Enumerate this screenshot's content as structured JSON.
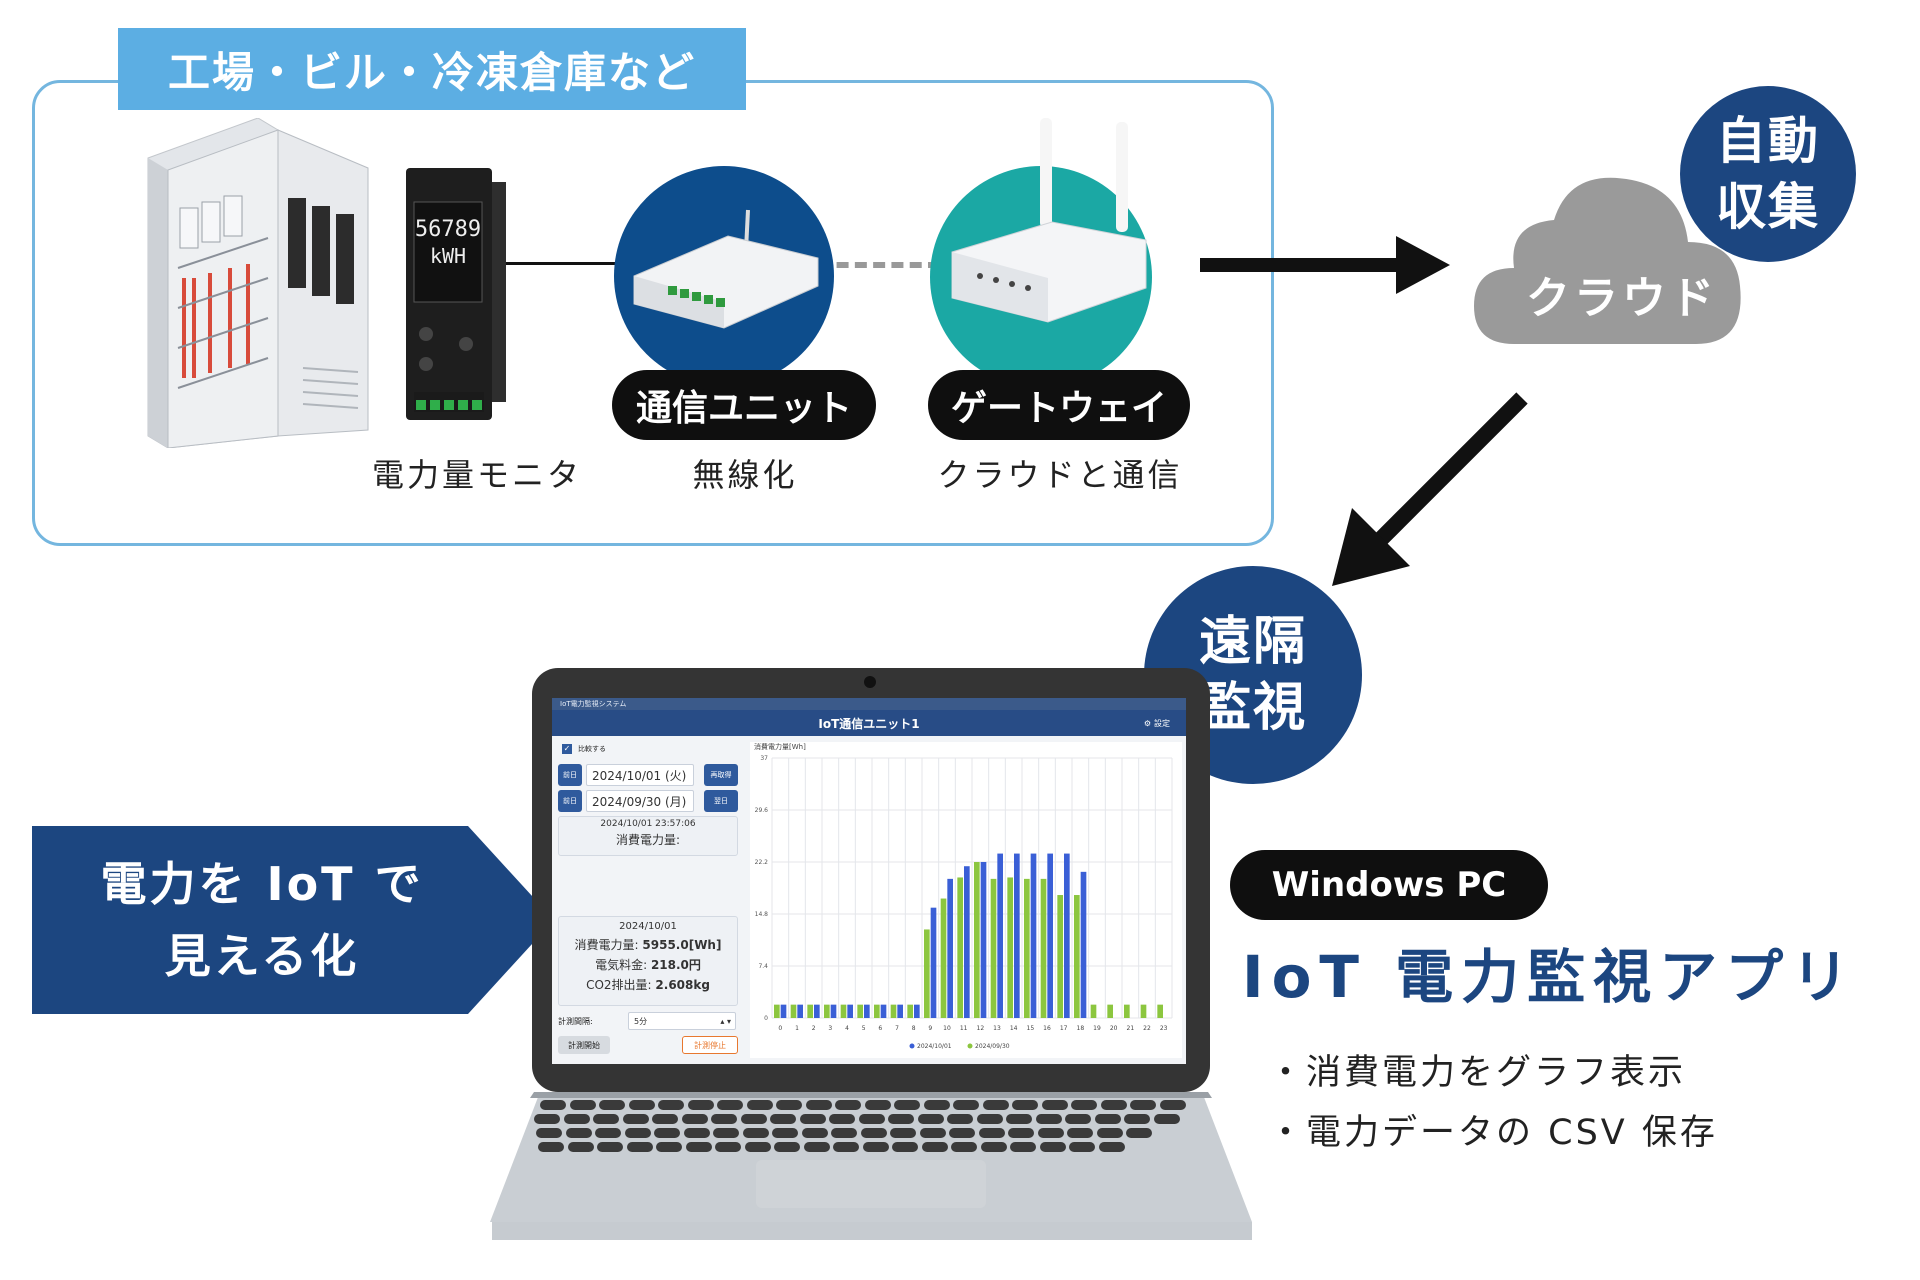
{
  "site": {
    "label": "工場・ビル・冷凍倉庫など"
  },
  "devices": {
    "meter": {
      "caption": "電力量モニタ",
      "display_value": "56789",
      "display_unit": "kWH"
    },
    "comm_unit": {
      "pill": "通信ユニット",
      "caption": "無線化"
    },
    "gateway": {
      "pill": "ゲートウェイ",
      "caption": "クラウドと通信"
    }
  },
  "cloud": {
    "label": "クラウド",
    "badge": [
      "自動",
      "収集"
    ]
  },
  "remote": {
    "badge": [
      "遠隔",
      "監視"
    ]
  },
  "banner": {
    "lines": [
      "電力を IoT で",
      "見える化"
    ]
  },
  "platform": {
    "pill": "Windows PC"
  },
  "app": {
    "title": "IoT 電力監視アプリ",
    "features": [
      "・消費電力をグラフ表示",
      "・電力データの CSV 保存"
    ]
  },
  "screen": {
    "window_title": "IoT電力監視システム",
    "app_title": "IoT通信ユニット1",
    "settings_label": "設定",
    "compare_label": "比較する",
    "prev_label": "前日",
    "reload_label": "再取得",
    "next_label": "翌日",
    "date1": "2024/10/01 (火)",
    "date2": "2024/09/30 (月)",
    "timestamp": "2024/10/01 23:57:06",
    "power_label": "消費電力量:",
    "summary": {
      "date": "2024/10/01",
      "power_label": "消費電力量:",
      "power_value": "5955.0[Wh]",
      "cost_label": "電気料金:",
      "cost_value": "218.0円",
      "co2_label": "CO2排出量:",
      "co2_value": "2.608kg"
    },
    "interval_label": "計測間隔:",
    "interval_value": "5分",
    "start_label": "計測開始",
    "stop_label": "計測停止"
  },
  "colors": {
    "navy": "#1c4680",
    "sky": "#5caee3",
    "blue_circle": "#0d4d8c",
    "teal_circle": "#1ba8a4",
    "series1": "#3a5fd6",
    "series2": "#8cc63f",
    "stop": "#e8782f"
  },
  "chart_data": {
    "type": "bar",
    "title": "",
    "ylabel": "消費電力量[Wh]",
    "xlabel": "",
    "ylim": [
      0,
      37
    ],
    "yticks": [
      "0",
      "7.4",
      "14.8",
      "22.2",
      "29.6",
      "37"
    ],
    "categories": [
      "0",
      "1",
      "2",
      "3",
      "4",
      "5",
      "6",
      "7",
      "8",
      "9",
      "10",
      "11",
      "12",
      "13",
      "14",
      "15",
      "16",
      "17",
      "18",
      "19",
      "20",
      "21",
      "22",
      "23"
    ],
    "series": [
      {
        "name": "2024/10/01",
        "color": "#3a5fd6",
        "values": [
          1.9,
          1.9,
          1.9,
          1.9,
          1.9,
          1.9,
          1.9,
          1.9,
          1.9,
          15.7,
          19.8,
          21.6,
          22.2,
          23.4,
          23.4,
          23.4,
          23.4,
          23.4,
          20.8,
          0,
          0,
          0,
          0,
          0
        ]
      },
      {
        "name": "2024/09/30",
        "color": "#8cc63f",
        "values": [
          1.9,
          1.9,
          1.9,
          1.9,
          1.9,
          1.9,
          1.9,
          1.9,
          1.9,
          12.6,
          17.0,
          20.0,
          22.2,
          19.8,
          20.0,
          19.8,
          19.8,
          17.5,
          17.5,
          1.9,
          1.9,
          1.9,
          1.9,
          1.9
        ]
      }
    ],
    "legend": "bottom",
    "grid": true
  }
}
